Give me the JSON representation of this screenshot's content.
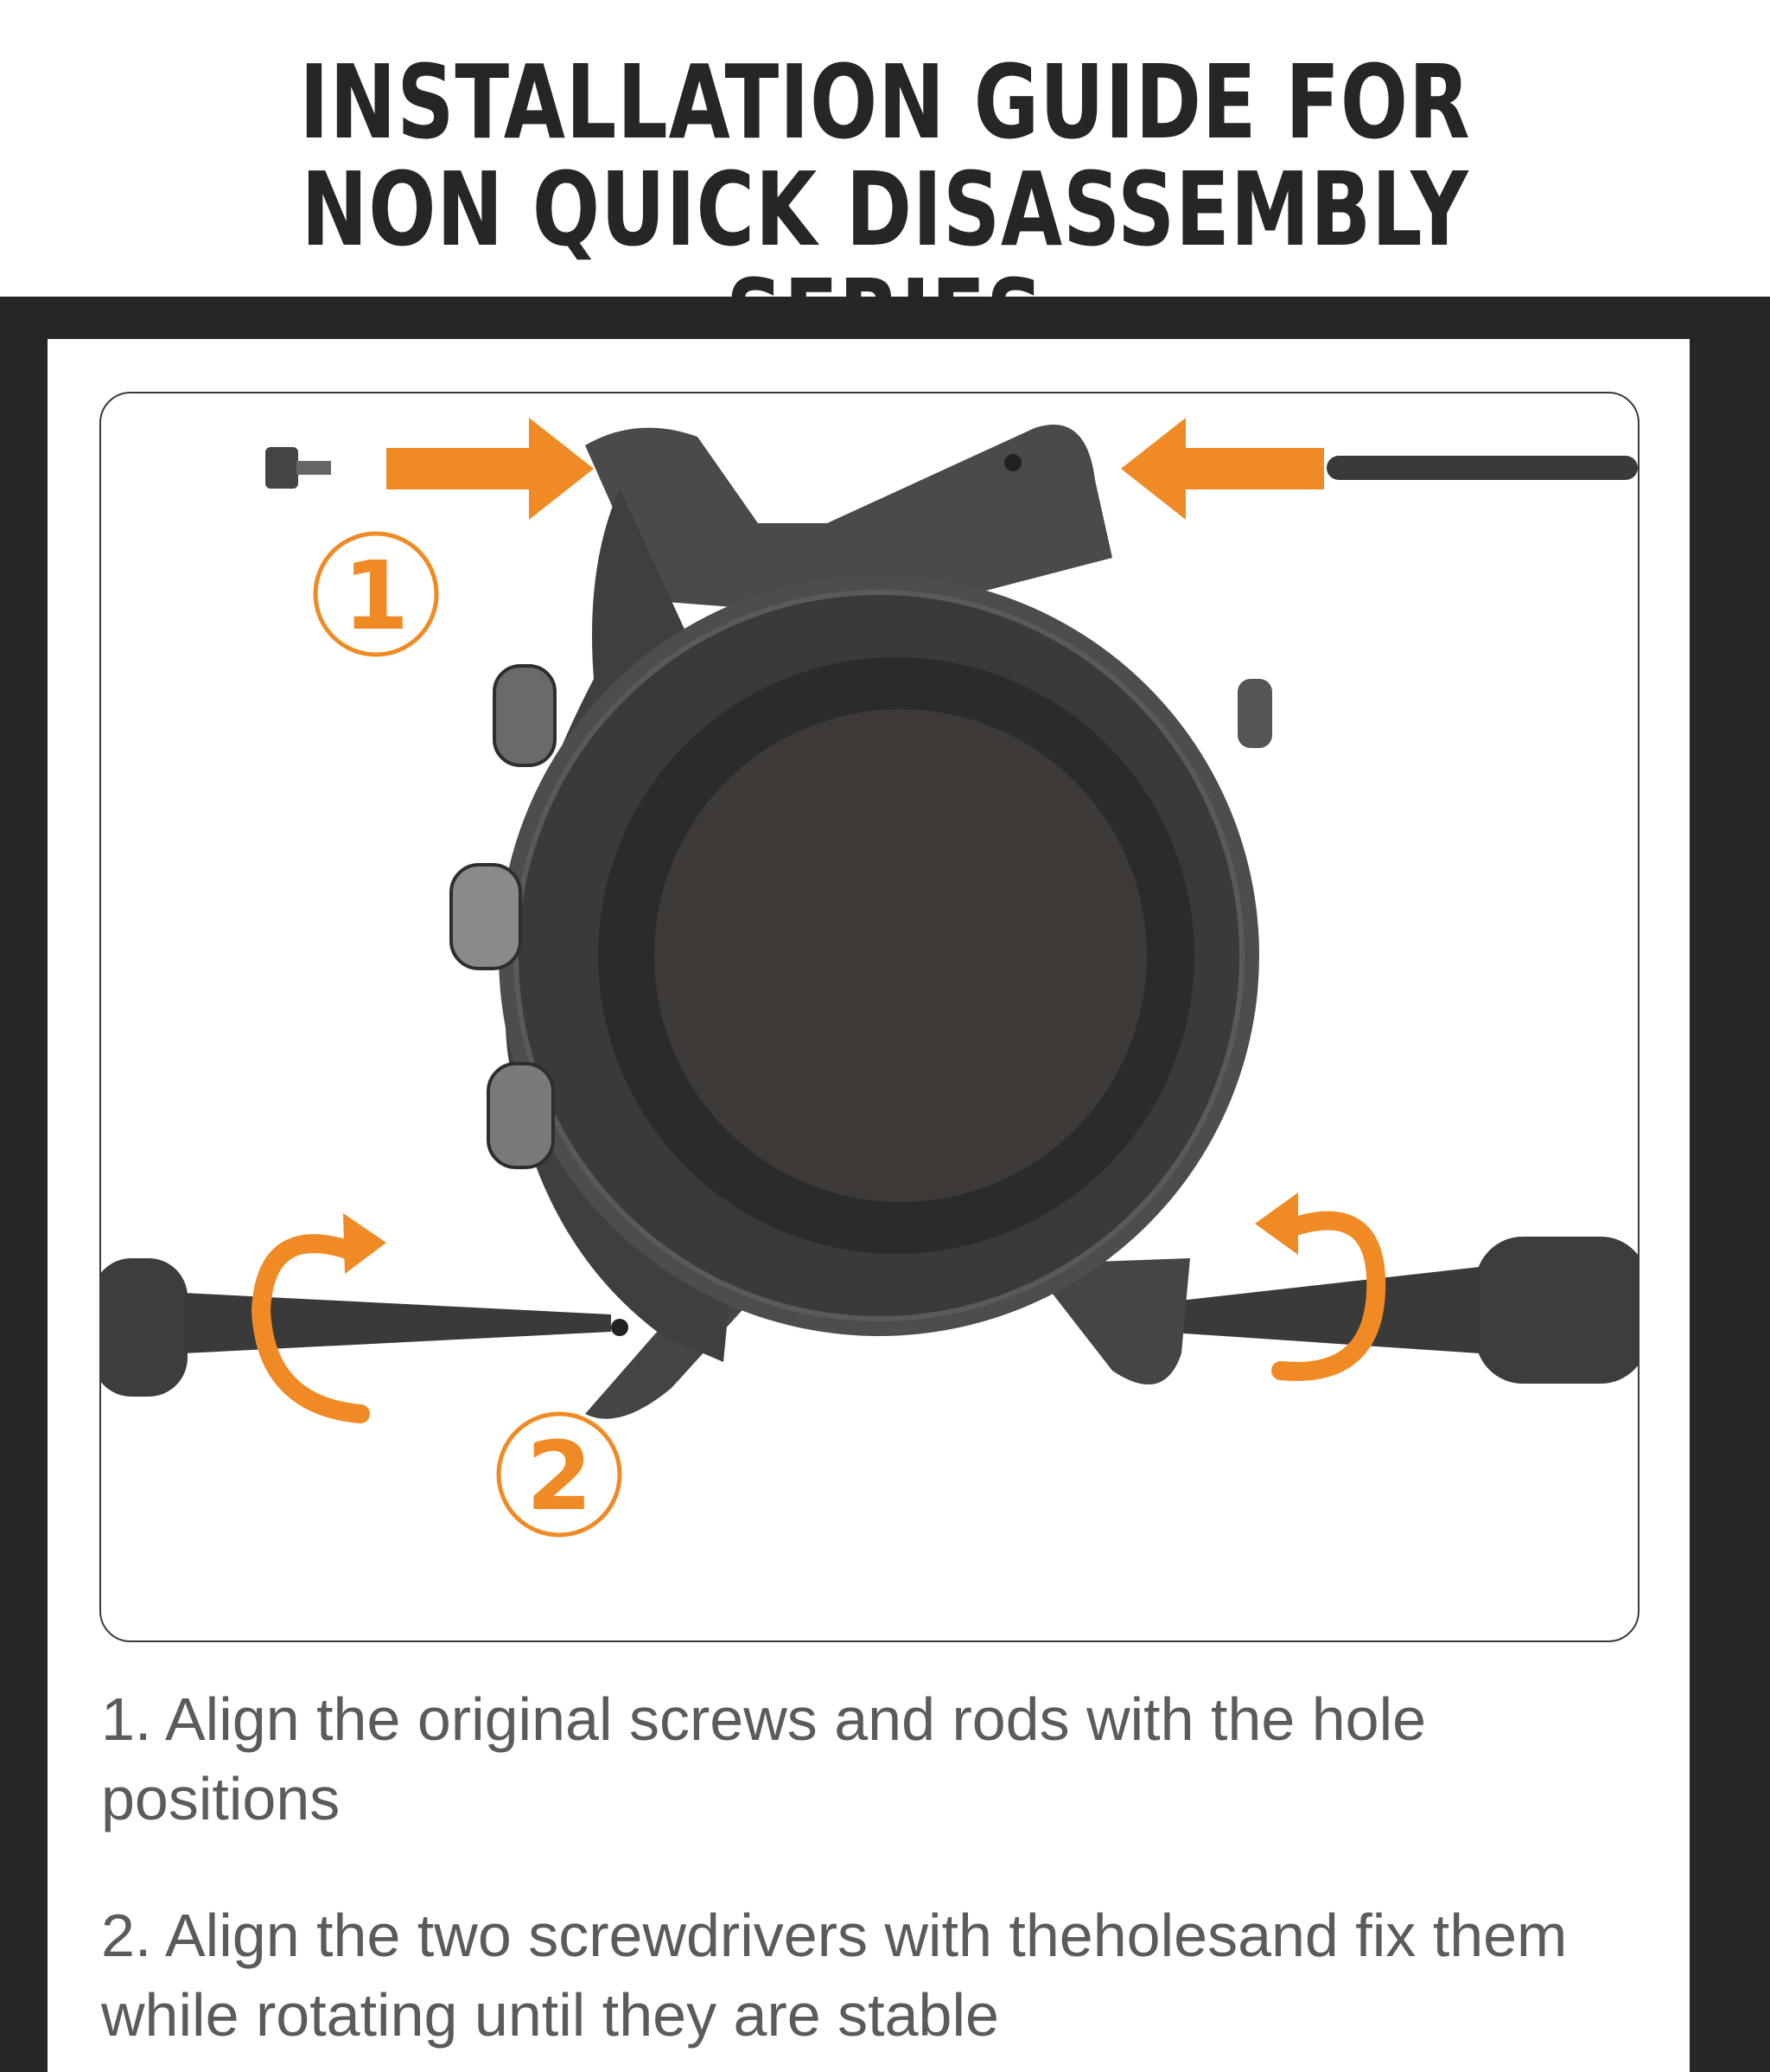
{
  "header": {
    "title": "INSTALLATION GUIDE FOR NON QUICK DISASSEMBLY SERIES"
  },
  "illustration": {
    "callout_1": "1",
    "callout_2": "2",
    "accent_color": "#f08a24",
    "watch_color": "#4a4a4a"
  },
  "steps": [
    "1. Align the original screws and rods with the hole positions",
    "2. Align the two screwdrivers with theholesand fix them while rotating until they are stable"
  ]
}
